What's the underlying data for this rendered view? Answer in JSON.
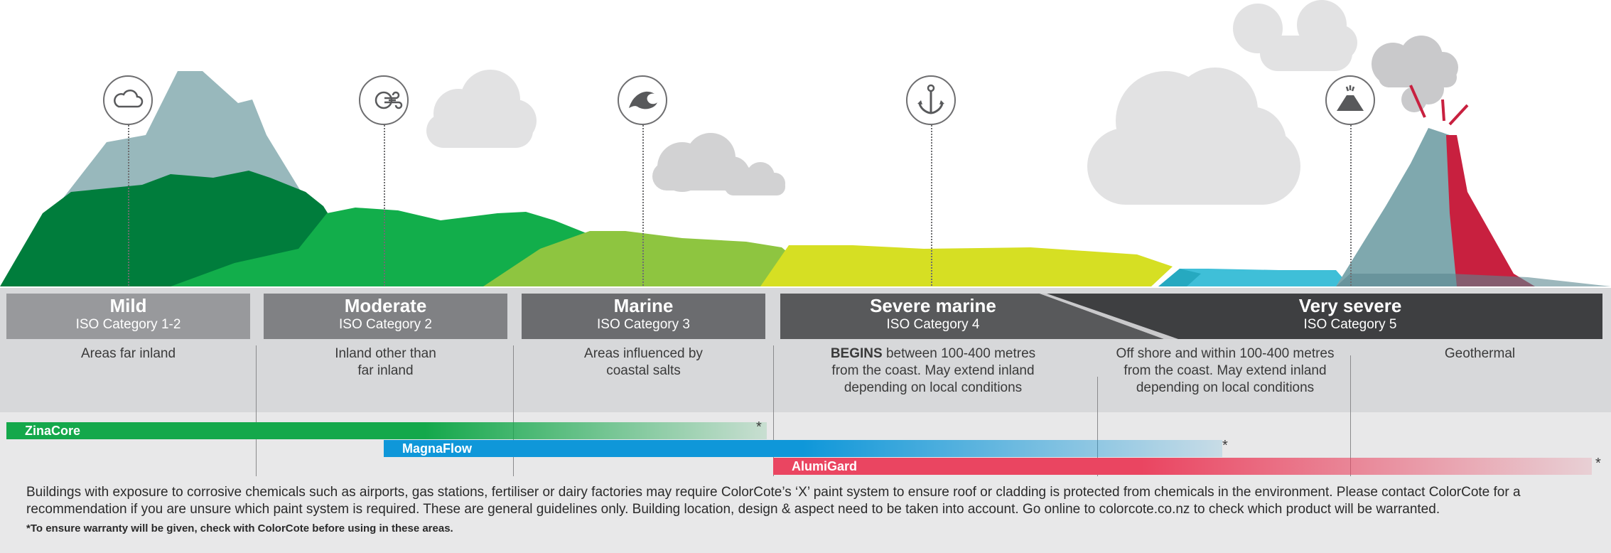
{
  "categories": [
    {
      "title": "Mild",
      "iso": "ISO Category 1-2",
      "desc": "Areas far inland",
      "color": "#98999c"
    },
    {
      "title": "Moderate",
      "iso": "ISO Category 2",
      "desc_line1": "Inland other than",
      "desc_line2": "far inland",
      "color": "#808184"
    },
    {
      "title": "Marine",
      "iso": "ISO Category 3",
      "desc_line1": "Areas influenced by",
      "desc_line2": "coastal salts",
      "color": "#6b6c6f"
    },
    {
      "title": "Severe marine",
      "iso": "ISO Category 4",
      "desc_bold": "BEGINS",
      "desc_line1": " between 100-400 metres",
      "desc_line2": "from the coast. May extend inland",
      "desc_line3": "depending on local conditions",
      "color": "#58595b"
    },
    {
      "title": "Very severe",
      "iso": "ISO Category 5",
      "color": "#3e3f41"
    }
  ],
  "very_severe_desc": {
    "offshore_line1": "Off shore and within 100-400 metres",
    "offshore_line2": "from the coast. May extend inland",
    "offshore_line3": "depending on local conditions",
    "geothermal": "Geothermal"
  },
  "products": [
    {
      "name": "ZinaCore",
      "asterisk": "*",
      "color": "#14a84b"
    },
    {
      "name": "MagnaFlow",
      "asterisk": "*",
      "color": "#0f97d9"
    },
    {
      "name": "AlumiGard",
      "asterisk": "*",
      "color": "#ea4561"
    }
  ],
  "icons": [
    "cloud-icon",
    "wind-icon",
    "wave-icon",
    "anchor-icon",
    "volcano-icon"
  ],
  "footnote": {
    "text": "Buildings with exposure to corrosive chemicals such as airports, gas stations, fertiliser or dairy factories may require ColorCote’s ‘X’ paint system to ensure roof or cladding is protected from chemicals in the environment. Please contact ColorCote for a recommendation if you are unsure which paint system is required. These are general guidelines only. Building location, design & aspect need to be taken into account. Go online to colorcote.co.nz to check which product will be warranted.",
    "warranty": "*To ensure warranty will be given, check with ColorCote before using in these areas."
  }
}
